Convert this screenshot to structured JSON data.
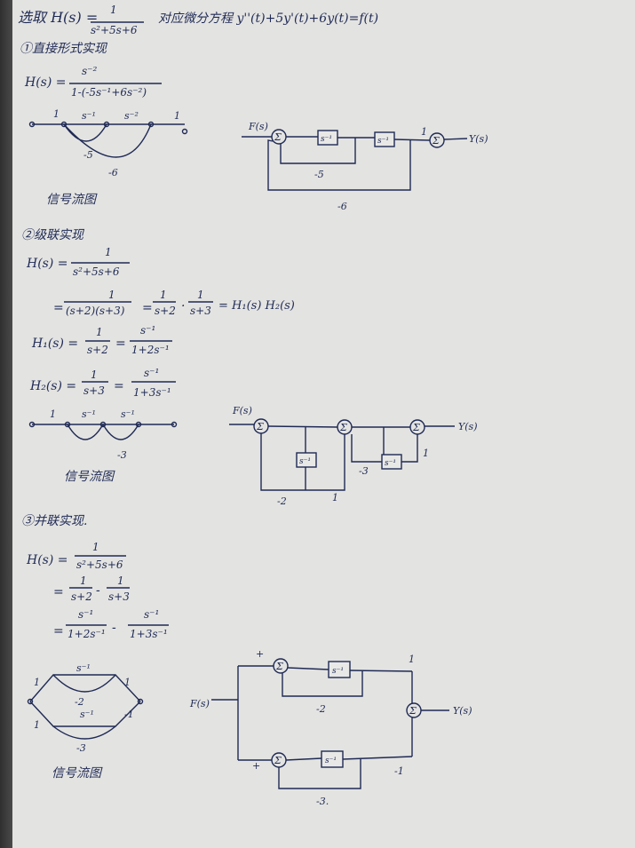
{
  "header": {
    "line1": "选取 H(s) =",
    "h_num": "1",
    "h_den": "s²+5s+6",
    "h_desc": "对应微分方程 y''(t)+5y'(t)+6y(t)=f(t)"
  },
  "sec1": {
    "title": "①直接形式实现",
    "h_lhs": "H(s) =",
    "h_num": "s⁻²",
    "h_den": "1-(-5s⁻¹+6s⁻²)",
    "sfg_caption": "信号流图",
    "sfg_labels": [
      "1",
      "s⁻¹",
      "s⁻²",
      "1",
      "-5",
      "-6"
    ],
    "block": {
      "in": "F(s)",
      "out": "Y(s)",
      "blocks": [
        "s⁻¹",
        "s⁻¹"
      ],
      "gain": "1",
      "fb1": "-5",
      "fb2": "-6"
    }
  },
  "sec2": {
    "title": "②级联实现",
    "h_lhs": "H(s) =",
    "h_num": "1",
    "h_den": "s²+5s+6",
    "eq2_lhs": "=",
    "eq2_num": "1",
    "eq2_den": "(s+2)(s+3)",
    "eq2_mid": "=",
    "eq2_f1_num": "1",
    "eq2_f1_den": "s+2",
    "eq2_dot": "·",
    "eq2_f2_num": "1",
    "eq2_f2_den": "s+3",
    "eq2_rhs": "= H₁(s) H₂(s)",
    "h1_lhs": "H₁(s) =",
    "h1_num": "1",
    "h1_den": "s+2",
    "h1_eq": "=",
    "h1_num2": "s⁻¹",
    "h1_den2": "1+2s⁻¹",
    "h2_lhs": "H₂(s) =",
    "h2_num": "1",
    "h2_den": "s+3",
    "h2_eq": "=",
    "h2_num2": "s⁻¹",
    "h2_den2": "1+3s⁻¹",
    "sfg_caption": "信号流图",
    "sfg_labels": [
      "1",
      "s⁻¹",
      "s⁻¹",
      "-3"
    ],
    "block": {
      "in": "F(s)",
      "out": "Y(s)",
      "blocks": [
        "s⁻¹",
        "s⁻¹"
      ],
      "fb1": "-2",
      "g1": "1",
      "fb2": "-3",
      "g2": "1"
    }
  },
  "sec3": {
    "title": "③并联实现.",
    "h_lhs": "H(s) =",
    "h_num": "1",
    "h_den": "s²+5s+6",
    "eq2_lhs": "=",
    "eq2_a_num": "1",
    "eq2_a_den": "s+2",
    "eq2_minus": "-",
    "eq2_b_num": "1",
    "eq2_b_den": "s+3",
    "eq3_lhs": "=",
    "eq3_a_num": "s⁻¹",
    "eq3_a_den": "1+2s⁻¹",
    "eq3_minus": "-",
    "eq3_b_num": "s⁻¹",
    "eq3_b_den": "1+3s⁻¹",
    "sfg_caption": "信号流图",
    "sfg_labels": [
      "s⁻¹",
      "1",
      "1",
      "-2",
      "s⁻¹",
      "1",
      "-1",
      "-3"
    ],
    "block": {
      "in": "F(s)",
      "out": "Y(s)",
      "blocks": [
        "s⁻¹",
        "s⁻¹"
      ],
      "plus1": "+",
      "plus2": "+",
      "fb1": "-2",
      "fb2": "-3.",
      "g1": "1",
      "g2": "-1"
    }
  },
  "icons": {
    "sum": "Σ",
    "arrow": "arrow-icon"
  },
  "colors": {
    "ink": "#1f2a55",
    "paper": "#e3e3e1"
  }
}
